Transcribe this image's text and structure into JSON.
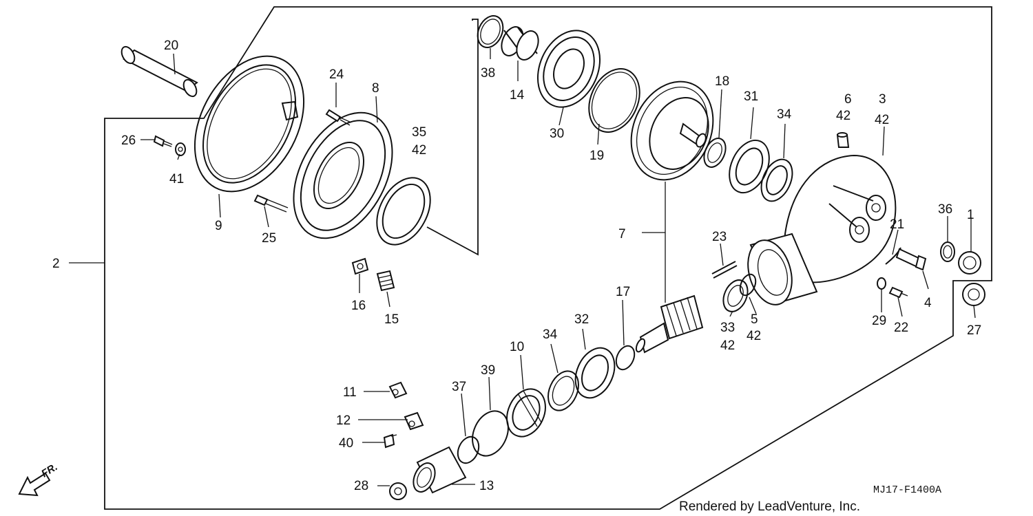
{
  "diagram_code": "MJ17-F1400A",
  "credit": "Rendered by LeadVenture, Inc.",
  "direction_marker": "FR.",
  "callouts": {
    "c1": "1",
    "c2": "2",
    "c3": "3",
    "c4": "4",
    "c5": "5",
    "c6": "6",
    "c7": "7",
    "c8": "8",
    "c9": "9",
    "c10": "10",
    "c11": "11",
    "c12": "12",
    "c13": "13",
    "c14": "14",
    "c15": "15",
    "c16": "16",
    "c17": "17",
    "c18": "18",
    "c19": "19",
    "c20": "20",
    "c21": "21",
    "c22": "22",
    "c23": "23",
    "c24": "24",
    "c25": "25",
    "c26": "26",
    "c27": "27",
    "c28": "28",
    "c29": "29",
    "c30": "30",
    "c31": "31",
    "c32": "32",
    "c33": "33",
    "c34a": "34",
    "c34b": "34",
    "c35": "35",
    "c36": "36",
    "c37": "37",
    "c38": "38",
    "c39": "39",
    "c40": "40",
    "c41": "41",
    "c42_6": "42",
    "c42_3": "42",
    "c42_35": "42",
    "c42_5": "42",
    "c42_33": "42"
  }
}
